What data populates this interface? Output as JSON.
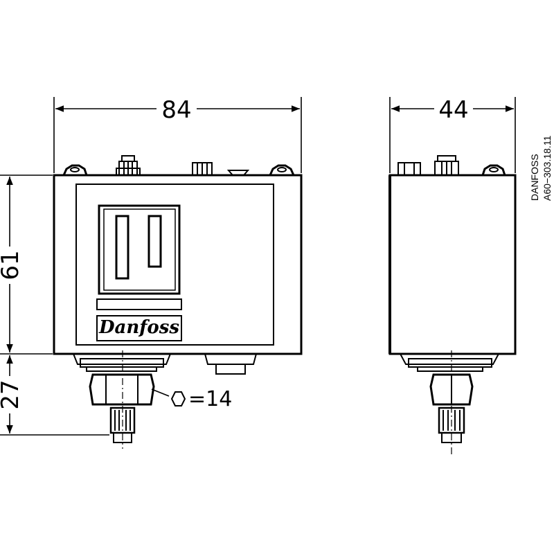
{
  "dimensions": {
    "width_front": "84",
    "width_side": "44",
    "height_body": "61",
    "height_fitting": "27",
    "hex_label": "=14"
  },
  "logo": {
    "text": "Danfoss"
  },
  "drawing_ref": {
    "company": "DANFOSS",
    "number": "A60−303.18.11"
  },
  "icons": [
    "hexagon-icon"
  ]
}
